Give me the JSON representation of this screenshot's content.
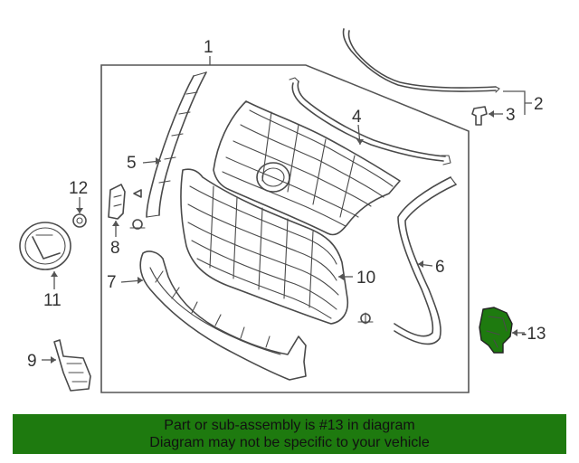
{
  "diagram": {
    "callouts": {
      "c1": "1",
      "c2": "2",
      "c3": "3",
      "c4": "4",
      "c5": "5",
      "c6": "6",
      "c7": "7",
      "c8": "8",
      "c9": "9",
      "c10": "10",
      "c11": "11",
      "c12": "12",
      "c13": "-13"
    },
    "highlight_color": "#1e7a0f"
  },
  "banner": {
    "line1": "Part or sub-assembly is #13 in diagram",
    "line2": "Diagram may not be specific to your vehicle"
  }
}
